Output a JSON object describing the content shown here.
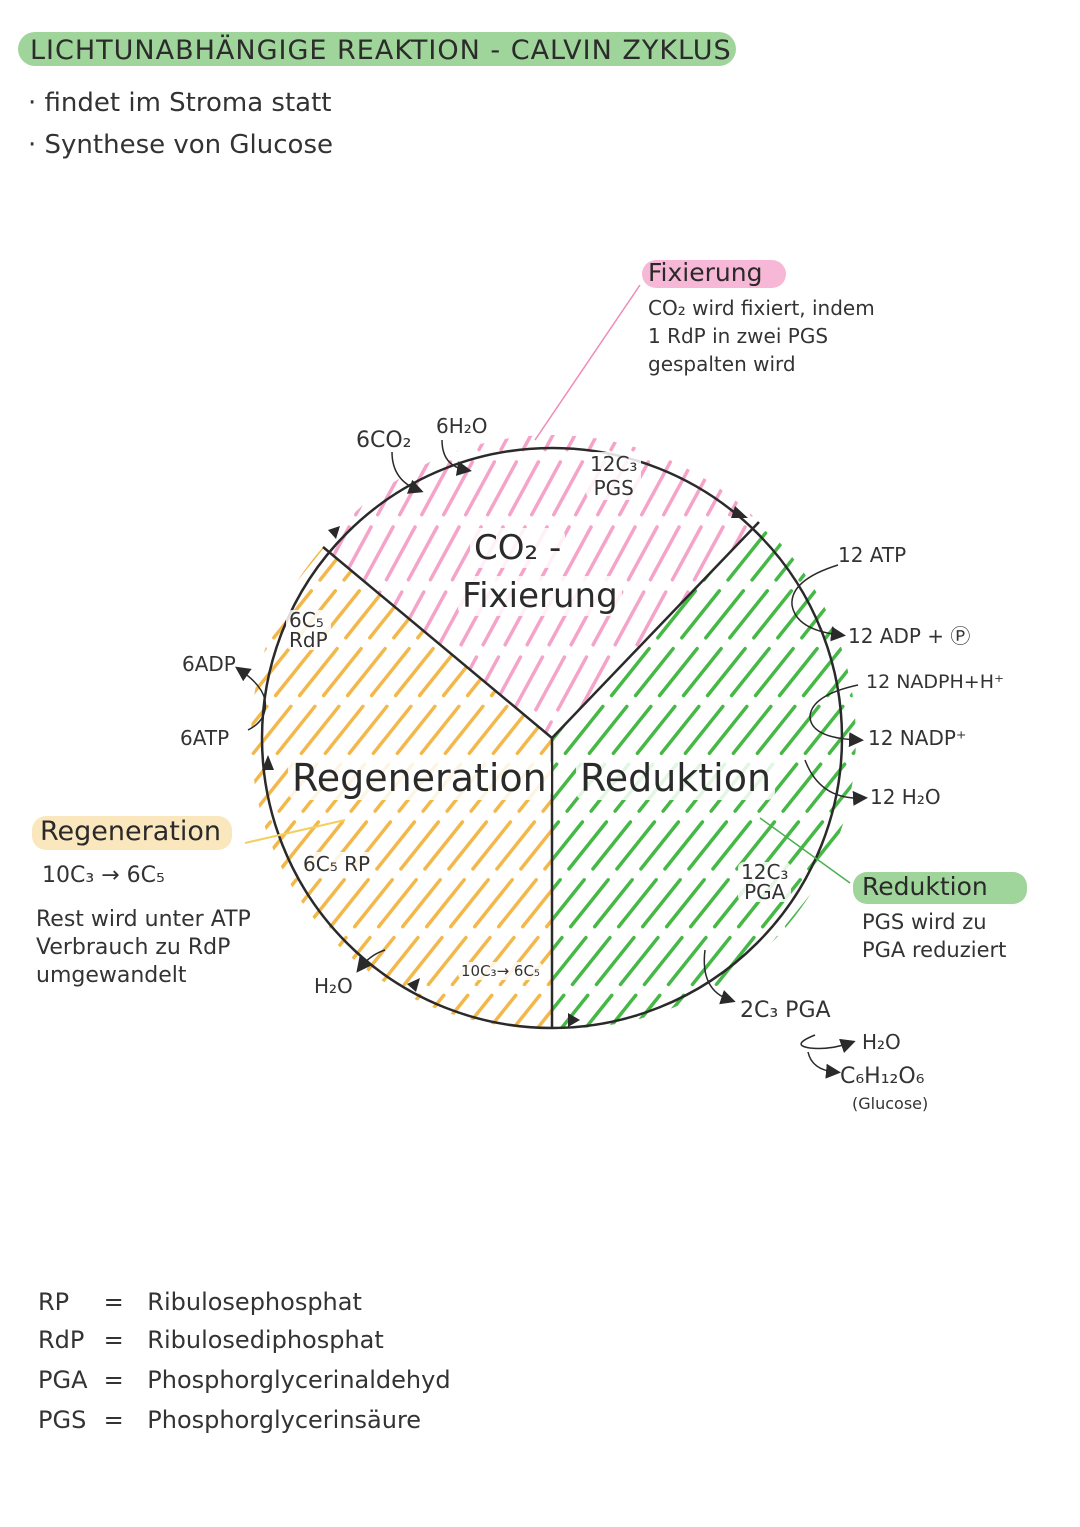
{
  "title": "LICHTUNABHÄNGIGE REAKTION - CALVIN ZYKLUS",
  "bullets": [
    "findet im Stroma statt",
    "Synthese von Glucose"
  ],
  "fixierung_note": {
    "heading": "Fixierung",
    "lines": [
      "CO₂ wird fixiert, indem",
      "1 RdP in zwei PGS",
      "gespalten wird"
    ]
  },
  "regeneration_note": {
    "heading": "Regeneration",
    "equation": "10C₃ → 6C₅",
    "lines": [
      "Rest wird unter ATP",
      "Verbrauch zu RdP",
      "umgewandelt"
    ]
  },
  "reduktion_note": {
    "heading": "Reduktion",
    "lines": [
      "PGS wird zu",
      "PGA reduziert"
    ]
  },
  "cycle": {
    "segments": {
      "fixierung": {
        "label_line1": "CO₂ -",
        "label_line2": "Fixierung",
        "color": "#f5a3c9"
      },
      "reduktion": {
        "label": "Reduktion",
        "color": "#46b846"
      },
      "regeneration": {
        "label": "Regeneration",
        "color": "#f2b84b"
      }
    },
    "inputs_top": [
      "6CO₂",
      "6H₂O"
    ],
    "pgs_label": [
      "12C₃",
      "PGS"
    ],
    "pga_label": [
      "12C₃",
      "PGA"
    ],
    "rdp_label": [
      "6C₅",
      "RdP"
    ],
    "rp_label": "6C₅ RP",
    "regen_eq": "10C₃→ 6C₅",
    "h2o_left": "H₂O",
    "left_side": [
      "6ADP",
      "6ATP"
    ],
    "right_side": [
      "12 ATP",
      "12 ADP + Ⓟ",
      "12 NADPH+H⁺",
      "12 NADP⁺",
      "12 H₂O"
    ],
    "output": [
      "2C₃ PGA",
      "H₂O",
      "C₆H₁₂O₆",
      "(Glucose)"
    ]
  },
  "legend": [
    {
      "abbr": "RP",
      "eq": "=",
      "full": "Ribulosephosphat"
    },
    {
      "abbr": "RdP",
      "eq": "=",
      "full": "Ribulosediphosphat"
    },
    {
      "abbr": "PGA",
      "eq": "=",
      "full": "Phosphorglycerinaldehyd"
    },
    {
      "abbr": "PGS",
      "eq": "=",
      "full": "Phosphorglycerinsäure"
    }
  ]
}
